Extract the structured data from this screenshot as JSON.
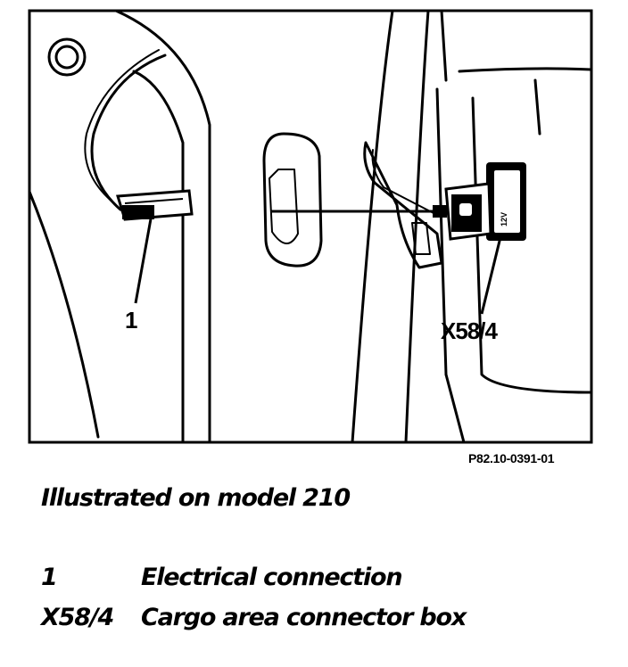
{
  "figure": {
    "callouts": {
      "item_1": "1",
      "item_x58": "X58/4",
      "socket_mark": "12V"
    },
    "code": "P82.10-0391-01"
  },
  "caption": "Illustrated on model 210",
  "legend": [
    {
      "key": "1",
      "description": "Electrical connection"
    },
    {
      "key": "X58/4",
      "description": "Cargo area connector box"
    }
  ]
}
